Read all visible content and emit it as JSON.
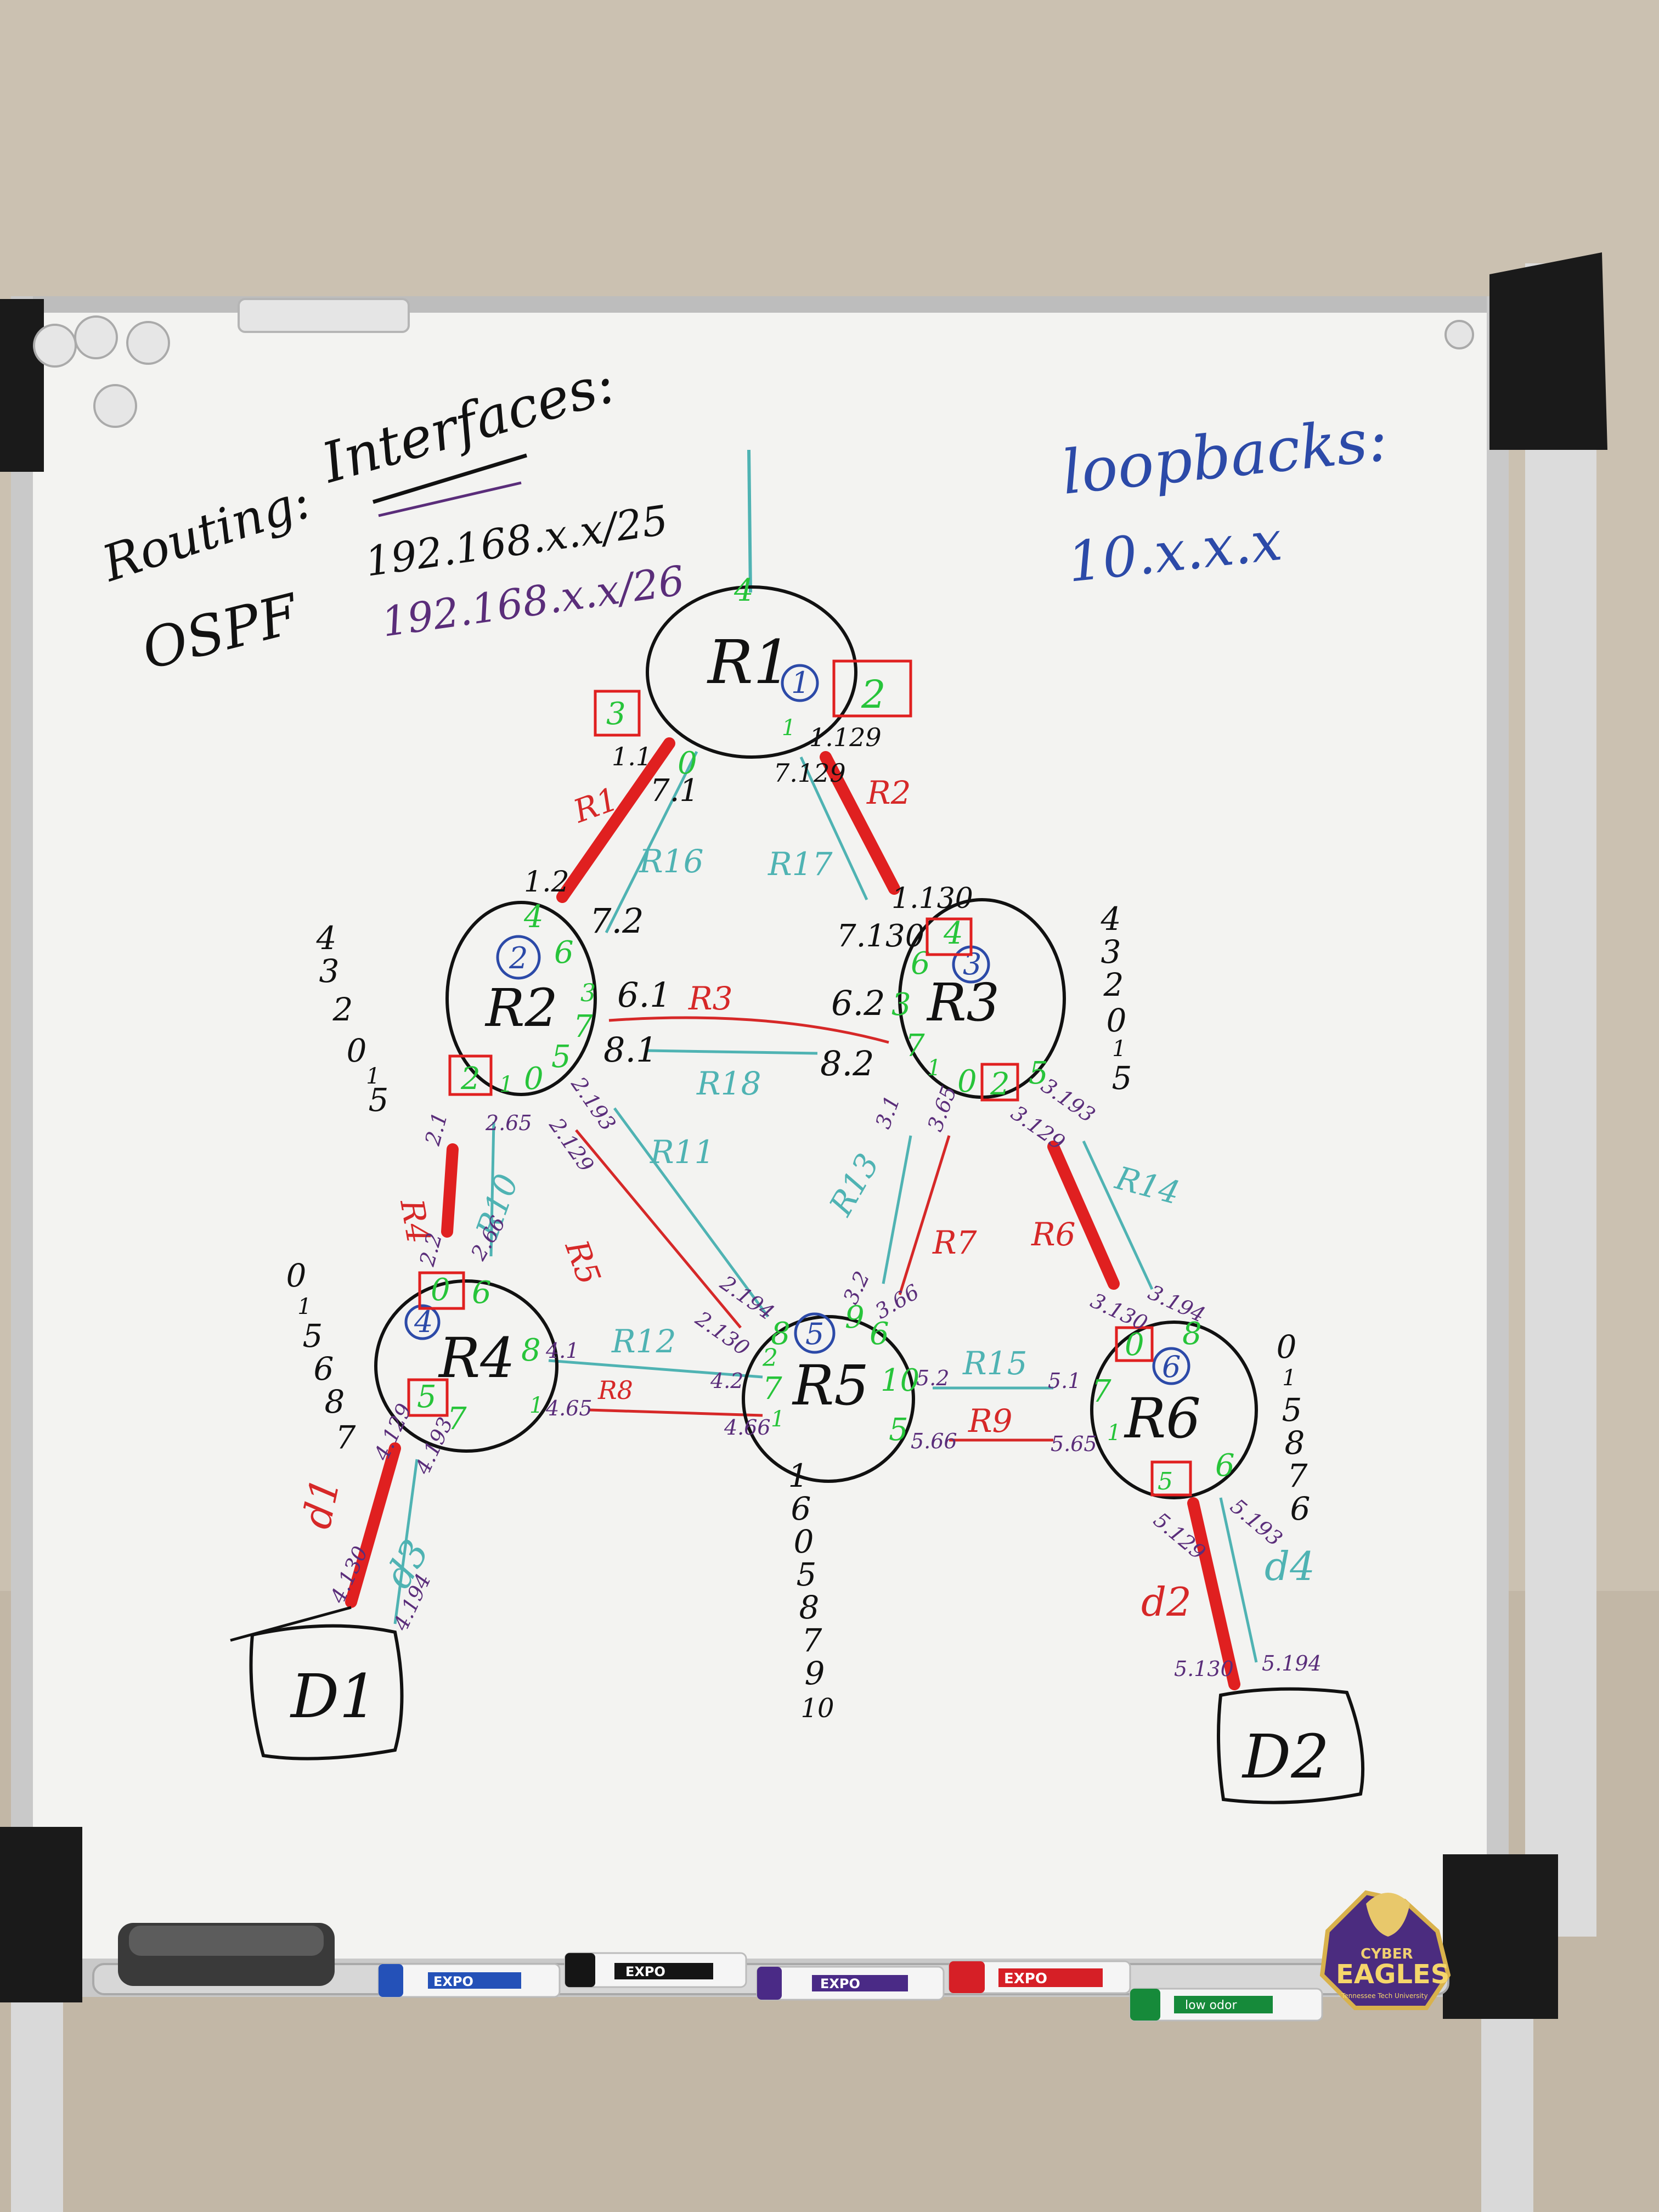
{
  "colors": {
    "wall": "#cbc1b1",
    "board": "#f3f3f1",
    "frame": "#c9c9c9",
    "black_ink": "#111111",
    "blue_ink": "#2c4aa8",
    "purple_ink": "#5a2d7a",
    "green_ink": "#27c43a",
    "red_ink": "#d62828",
    "teal_ink": "#4fb3b3"
  },
  "notes": {
    "routing_label": "Routing:",
    "routing_value": "OSPF",
    "interfaces_label": "Interfaces:",
    "subnet_25": "192.168.x.x/25",
    "subnet_26": "192.168.x.x/26",
    "loopbacks_label": "loopbacks:",
    "loopbacks_value": "10.x.x.x"
  },
  "routers": {
    "r1": {
      "name": "R1",
      "id": "1",
      "top_port": "4"
    },
    "r2": {
      "name": "R2",
      "id": "2"
    },
    "r3": {
      "name": "R3",
      "id": "3"
    },
    "r4": {
      "name": "R4",
      "id": "4"
    },
    "r5": {
      "name": "R5",
      "id": "5"
    },
    "r6": {
      "name": "R6",
      "id": "6"
    }
  },
  "devices": {
    "d1": "D1",
    "d2": "D2"
  },
  "port_lists": {
    "r2": [
      "4",
      "3",
      "2",
      "0",
      "1",
      "5"
    ],
    "r3": [
      "4",
      "3",
      "2",
      "0",
      "1",
      "5"
    ],
    "r4": [
      "0",
      "1",
      "5",
      "6",
      "8",
      "7"
    ],
    "r5": [
      "1",
      "6",
      "0",
      "5",
      "8",
      "7",
      "9",
      "10"
    ],
    "r6": [
      "0",
      "1",
      "5",
      "8",
      "7",
      "6"
    ]
  },
  "ports": {
    "r1_3": "3",
    "r1_2": "2",
    "r1_0": "0",
    "r1_1": "1",
    "r2_4": "4",
    "r2_6": "6",
    "r2_3": "3",
    "r2_7": "7",
    "r2_5": "5",
    "r2_2": "2",
    "r2_1": "1",
    "r2_0": "0",
    "r3_4": "4",
    "r3_6": "6",
    "r3_3": "3",
    "r3_7": "7",
    "r3_1": "1",
    "r3_0": "0",
    "r3_2": "2",
    "r3_5": "5",
    "r4_0": "0",
    "r4_6": "6",
    "r4_8": "8",
    "r4_1": "1",
    "r4_5": "5",
    "r4_7": "7",
    "r5_8": "8",
    "r5_9": "9",
    "r5_6": "6",
    "r5_2": "2",
    "r5_7": "7",
    "r5_1": "1",
    "r5_10": "10",
    "r5_5": "5",
    "r6_0": "0",
    "r6_8": "8",
    "r6_7": "7",
    "r6_1": "1",
    "r6_5": "5",
    "r6_6": "6"
  },
  "links": {
    "r1": "R1",
    "r2": "R2",
    "r3": "R3",
    "r4": "R4",
    "r5": "R5",
    "r6": "R6",
    "r7": "R7",
    "r8": "R8",
    "r9": "R9",
    "r10": "R10",
    "r11": "R11",
    "r12": "R12",
    "r13": "R13",
    "r14": "R14",
    "r15": "R15",
    "r16": "R16",
    "r17": "R17",
    "r18": "R18",
    "d1": "d1",
    "d2": "d2",
    "d3": "d3",
    "d4": "d4"
  },
  "addresses": {
    "a_1_1": "1.1",
    "a_7_1": "7.1",
    "a_1_129": "1.129",
    "a_7_129": "7.129",
    "a_1_2": "1.2",
    "a_7_2": "7.2",
    "a_1_130": "1.130",
    "a_7_130": "7.130",
    "a_6_1": "6.1",
    "a_8_1": "8.1",
    "a_6_2": "6.2",
    "a_8_2": "8.2",
    "a_2_1": "2.1",
    "a_2_65": "2.65",
    "a_2_129": "2.129",
    "a_2_193": "2.193",
    "a_3_1": "3.1",
    "a_3_65": "3.65",
    "a_3_129": "3.129",
    "a_3_193": "3.193",
    "a_2_2": "2.2",
    "a_2_66": "2.66",
    "a_2_194": "2.194",
    "a_2_130": "2.130",
    "a_3_2": "3.2",
    "a_3_66": "3.66",
    "a_3_130": "3.130",
    "a_3_194": "3.194",
    "a_4_1": "4.1",
    "a_4_65": "4.65",
    "a_4_2": "4.2",
    "a_4_66": "4.66",
    "a_5_2": "5.2",
    "a_5_66": "5.66",
    "a_5_1": "5.1",
    "a_5_65": "5.65",
    "a_4_129": "4.129",
    "a_4_193": "4.193",
    "a_4_130": "4.130",
    "a_4_194": "4.194",
    "a_5_129": "5.129",
    "a_5_193": "5.193",
    "a_5_130": "5.130",
    "a_5_194": "5.194"
  },
  "markers": {
    "expo_label": "EXPO",
    "low_odor": "low odor"
  },
  "sticker": {
    "top": "CYBER",
    "main": "EAGLES",
    "sub": "Tennessee Tech University"
  }
}
